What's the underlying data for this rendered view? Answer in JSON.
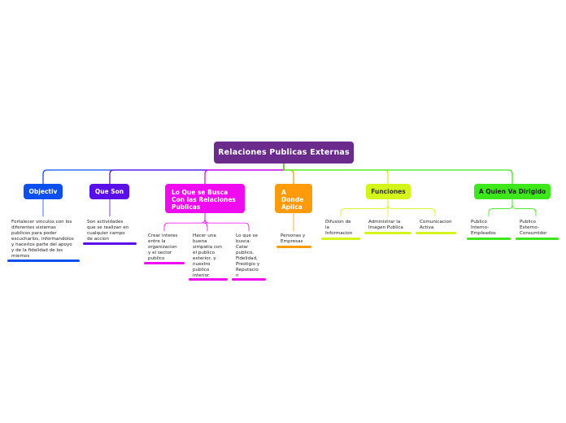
{
  "map": {
    "root": {
      "label": "Relaciones Publicas Externas",
      "color": "#6a2b8c"
    },
    "branches": [
      {
        "label": "Objectiv",
        "color": "#0b4ff0",
        "leaves": [
          {
            "text": "Fortalecer vinculos con los\ndiferentes sistemas\npublicos para poder\nescucharlos, informandolos\ny hacerlos parte del apoyo\ny de la fidelidad de los\nmiemos"
          }
        ]
      },
      {
        "label": "Que Son",
        "color": "#5a0fe8",
        "leaves": [
          {
            "text": "Son actividades\nque se realizan en\ncualquier campo\nde accion"
          }
        ]
      },
      {
        "label": "Lo Que se Busca\nCon las Relaciones\nPublicas",
        "color": "#f00af0",
        "leaves": [
          {
            "text": "Crear interes\nentre la\norganizacion\ny el sector\npublico"
          },
          {
            "text": "Hacer una\nbuena\nsimpatia con\nel publico\nexterior, y\nnuestro\npublico\ninterior."
          },
          {
            "text": "Lo que se\nbusca:\nCatar\npublico,\nFidelidad,\nPrestigio y\nReputacio\nn"
          }
        ]
      },
      {
        "label": "A\nDonde\nAplica",
        "color": "#ff9a0a",
        "leaves": [
          {
            "text": "Personas y\nEmpresas"
          }
        ]
      },
      {
        "label": "Funciones",
        "color": "#d4f51a",
        "leaves": [
          {
            "text": "Difusion de\nla\nInformacion"
          },
          {
            "text": "Administrar la\nImagen Publica"
          },
          {
            "text": "Comunicacion\nActiva"
          }
        ]
      },
      {
        "label": "A Quien Va Dirigido",
        "color": "#3de81a",
        "leaves": [
          {
            "text": "Publico\nInterno-\nEmpleados"
          },
          {
            "text": "Publico\nExterno-\nConsumidor"
          }
        ]
      }
    ]
  }
}
